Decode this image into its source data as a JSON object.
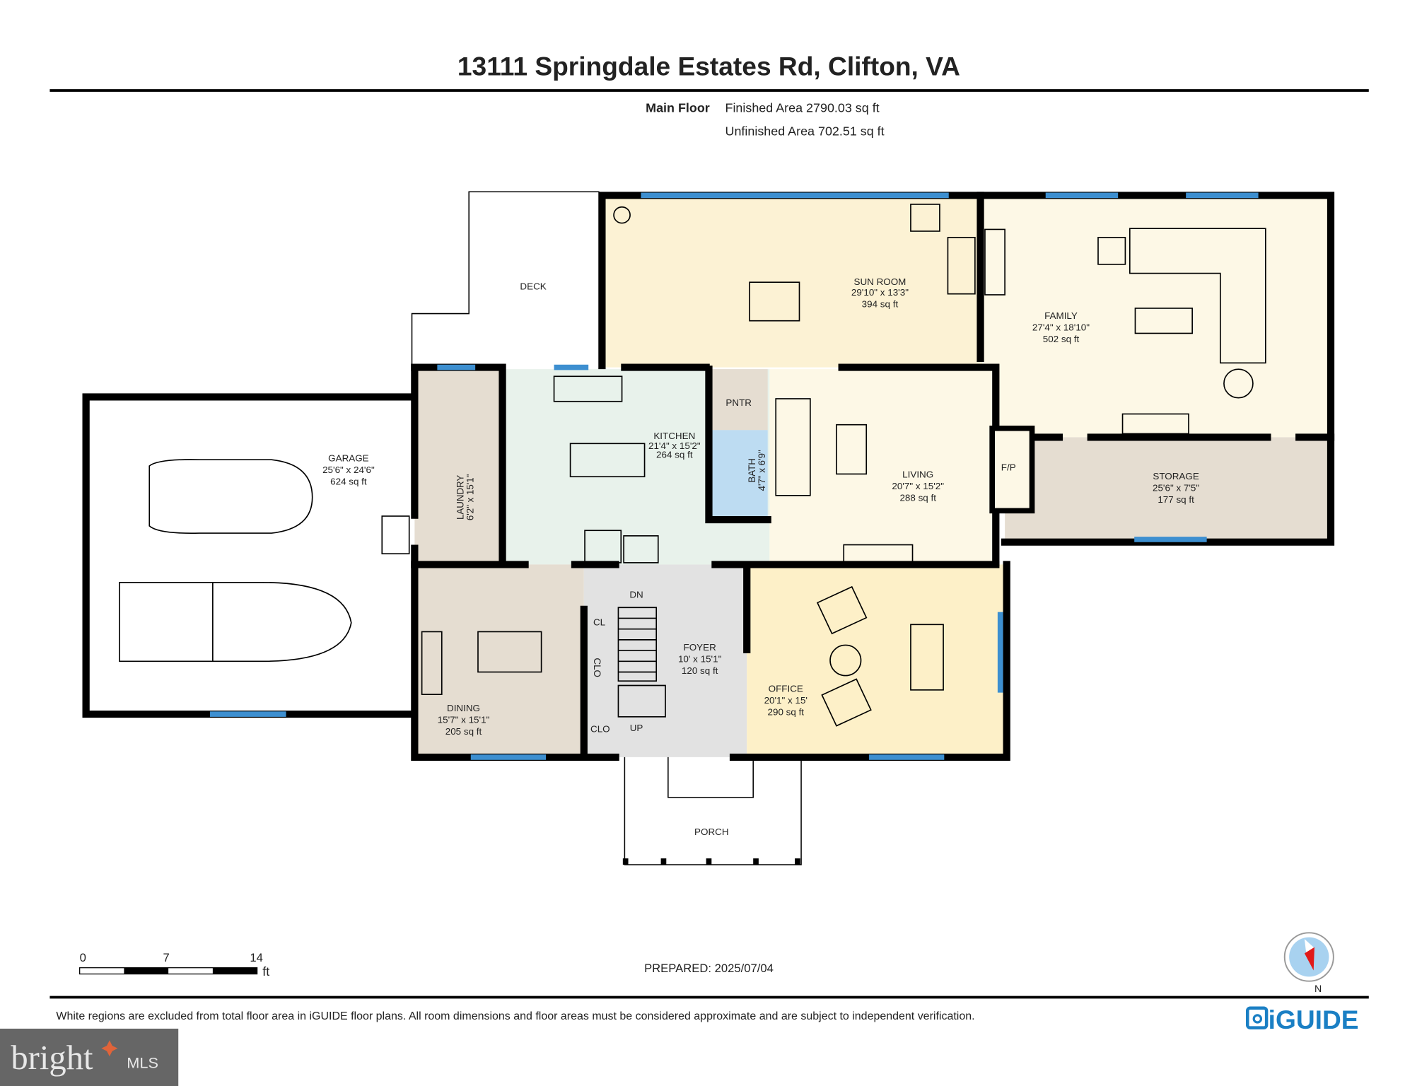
{
  "header": {
    "title": "13111 Springdale Estates Rd, Clifton, VA",
    "floor_label": "Main Floor",
    "finished_area": "Finished Area 2790.03 sq ft",
    "unfinished_area": "Unfinished Area 702.51 sq ft"
  },
  "rooms": {
    "deck": {
      "name": "DECK"
    },
    "sunroom": {
      "name": "SUN ROOM",
      "dims": "29'10\" x 13'3\"",
      "area": "394 sq ft"
    },
    "family": {
      "name": "FAMILY",
      "dims": "27'4\" x 18'10\"",
      "area": "502 sq ft"
    },
    "garage": {
      "name": "GARAGE",
      "dims": "25'6\" x 24'6\"",
      "area": "624 sq ft"
    },
    "kitchen": {
      "name": "KITCHEN",
      "dims": "21'4\" x 15'2\"",
      "area": "264 sq ft"
    },
    "pantry": {
      "name": "PNTR"
    },
    "bath": {
      "name": "BATH",
      "dims": "4'7\" x 6'9\""
    },
    "laundry": {
      "name": "LAUNDRY",
      "dims": "6'2\" x 15'1\""
    },
    "living": {
      "name": "LIVING",
      "dims": "20'7\" x 15'2\"",
      "area": "288 sq ft"
    },
    "fireplace": {
      "name": "F/P"
    },
    "storage": {
      "name": "STORAGE",
      "dims": "25'6\" x 7'5\"",
      "area": "177 sq ft"
    },
    "dining": {
      "name": "DINING",
      "dims": "15'7\" x 15'1\"",
      "area": "205 sq ft"
    },
    "foyer": {
      "name": "FOYER",
      "dims": "10' x 15'1\"",
      "area": "120 sq ft"
    },
    "office": {
      "name": "OFFICE",
      "dims": "20'1\" x 15'",
      "area": "290 sq ft"
    },
    "porch": {
      "name": "PORCH"
    },
    "closet1": {
      "name": "CL"
    },
    "closet2": {
      "name": "CLO"
    },
    "closet3": {
      "name": "CLO"
    },
    "stairs_down": "DN",
    "stairs_up": "UP"
  },
  "colors": {
    "sunroom": "#fcf2d4",
    "family": "#fdf8e6",
    "storage": "#e5ddd1",
    "kitchen": "#e8f2eb",
    "bath": "#bddcf2",
    "laundry": "#e5ddd1",
    "dining": "#e5ddd1",
    "foyer": "#e2e2e2",
    "office": "#fdf0c8",
    "window": "#3d8fd0",
    "compass_needle": "#e11919"
  },
  "scale_bar": {
    "ticks": [
      "0",
      "7",
      "14"
    ],
    "unit": "ft"
  },
  "prepared": "PREPARED: 2025/07/04",
  "compass": {
    "label": "N"
  },
  "footer": {
    "disclaimer": "White regions are excluded from total floor area in iGUIDE floor plans. All room dimensions and floor areas must be considered approximate and are subject to independent verification.",
    "brand": "iGUIDE",
    "mls_logo": "bright MLS"
  }
}
